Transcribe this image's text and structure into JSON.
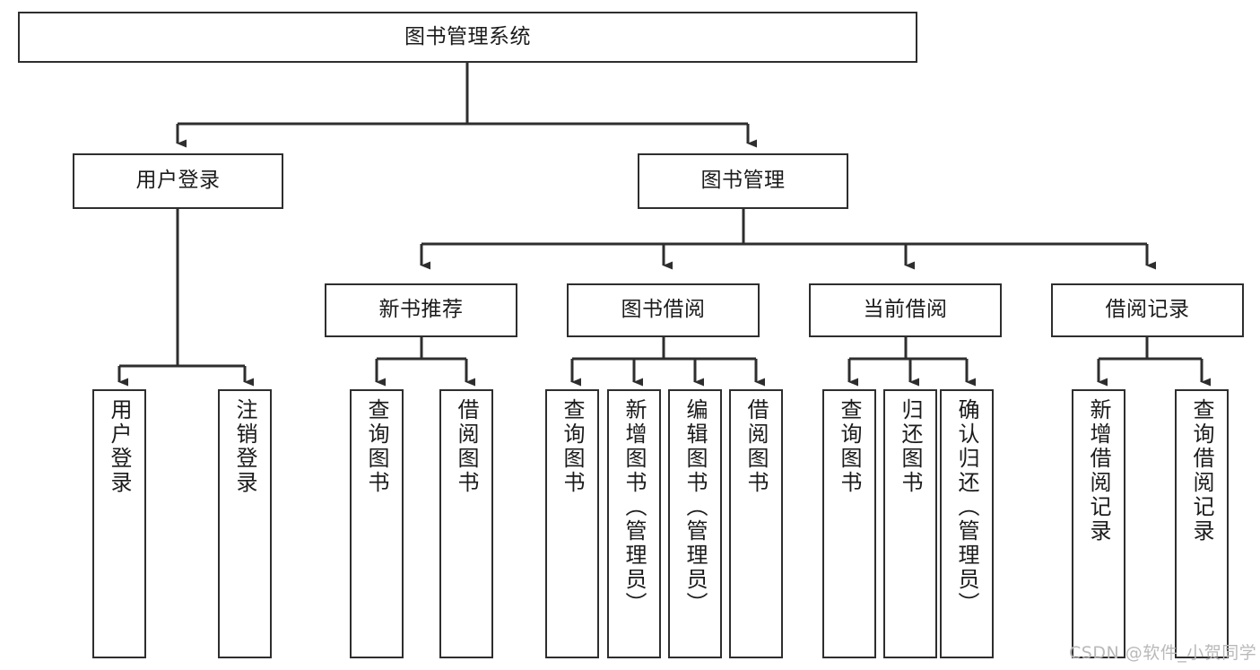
{
  "diagram": {
    "title": "图书管理系统",
    "type": "tree-hierarchy",
    "colors": {
      "box_border": "#2e2e2e",
      "box_fill": "#ffffff",
      "connector": "#2e2e2e",
      "text": "#1b1b1b",
      "watermark": "#b9b9b9",
      "background": "#ffffff"
    }
  },
  "nodes": {
    "root": {
      "label": "图书管理系统"
    },
    "level2": [
      {
        "label": "用户登录"
      },
      {
        "label": "图书管理"
      }
    ],
    "level3": [
      {
        "label": "新书推荐"
      },
      {
        "label": "图书借阅"
      },
      {
        "label": "当前借阅"
      },
      {
        "label": "借阅记录"
      }
    ],
    "leaves_user_login": [
      {
        "label": "用户登录"
      },
      {
        "label": "注销登录"
      }
    ],
    "leaves_new_book": [
      {
        "label": "查询图书"
      },
      {
        "label": "借阅图书"
      }
    ],
    "leaves_borrow": [
      {
        "label": "查询图书"
      },
      {
        "label": "新增图书（管理员）"
      },
      {
        "label": "编辑图书（管理员）"
      },
      {
        "label": "借阅图书"
      }
    ],
    "leaves_current": [
      {
        "label": "查询图书"
      },
      {
        "label": "归还图书"
      },
      {
        "label": "确认归还（管理员）"
      }
    ],
    "leaves_record": [
      {
        "label": "新增借阅记录"
      },
      {
        "label": "查询借阅记录"
      }
    ]
  },
  "watermark": {
    "text": "CSDN @软件_小贺同学"
  }
}
